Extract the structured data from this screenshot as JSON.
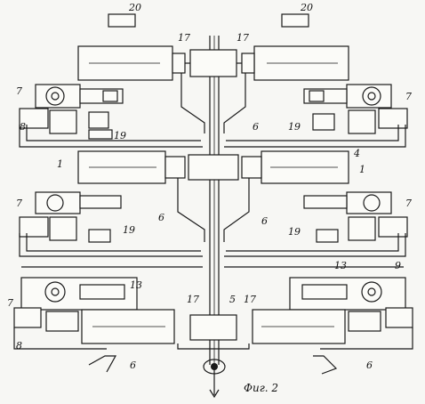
{
  "caption": "Фиг. 2",
  "labels": {
    "n20": "20",
    "n17": "17",
    "n7": "7",
    "n8": "8",
    "n19": "19",
    "n6": "6",
    "n1": "1",
    "n4": "4",
    "n13": "13",
    "n9": "9",
    "n5": "5"
  }
}
